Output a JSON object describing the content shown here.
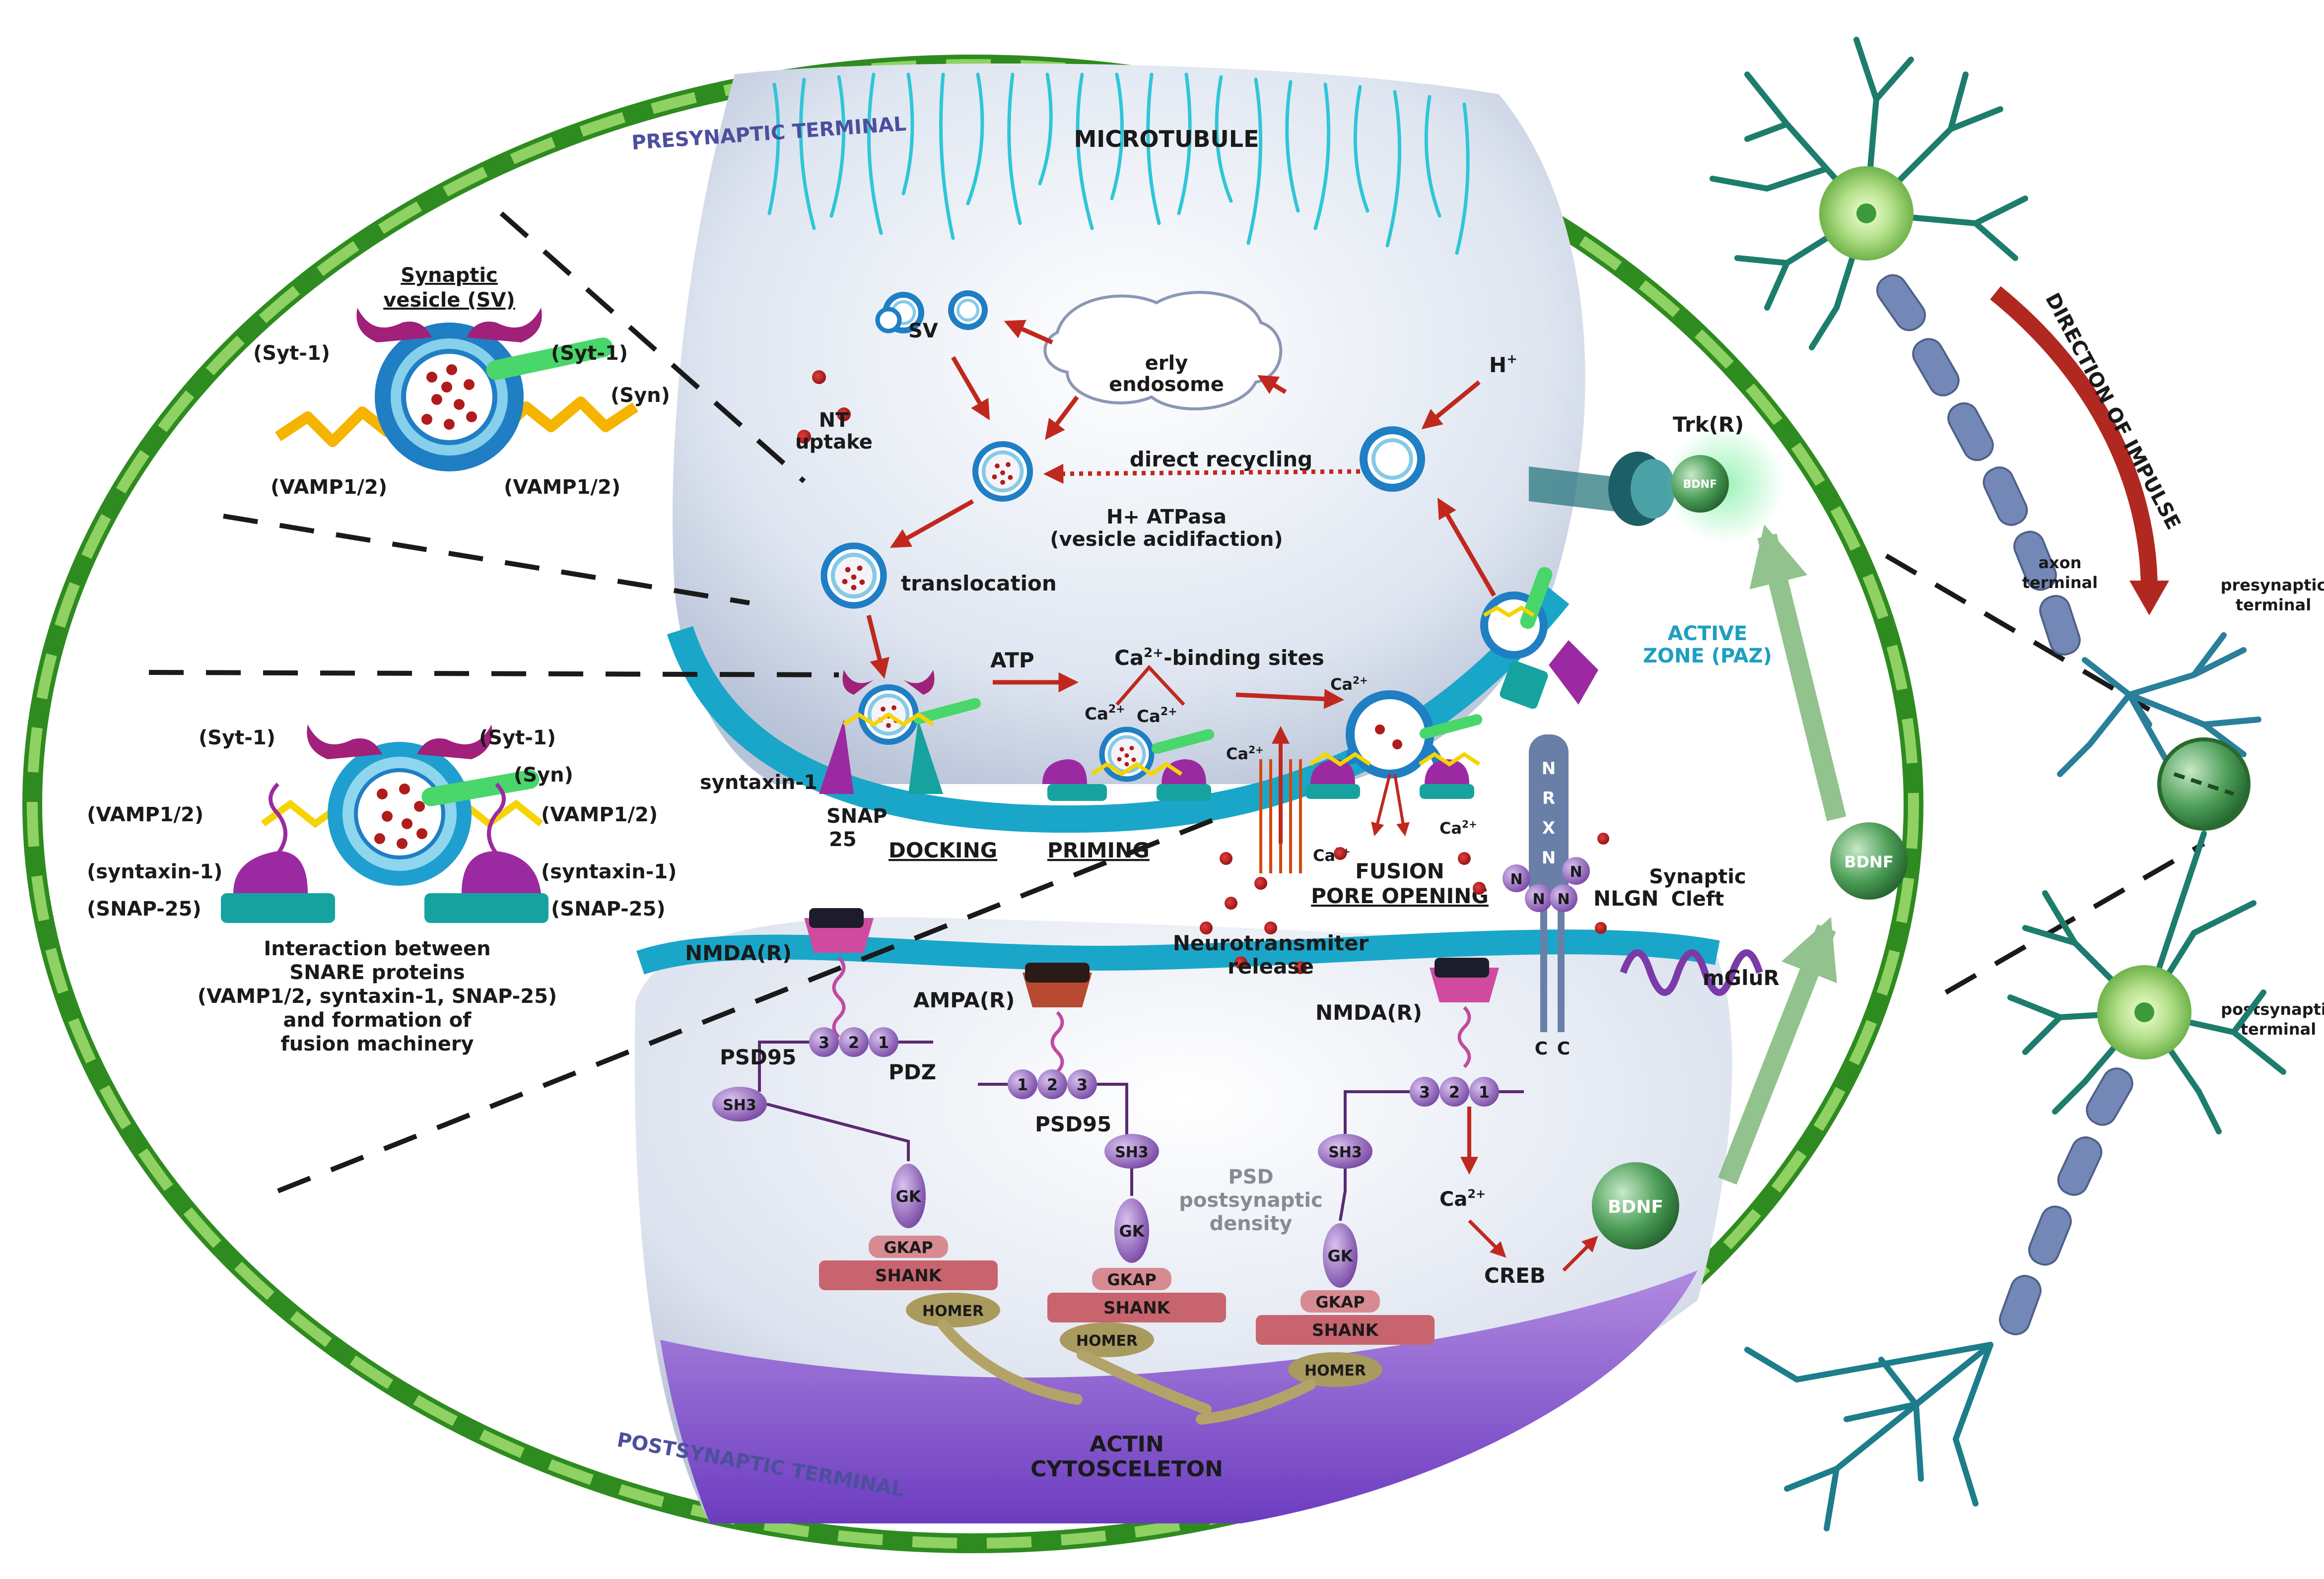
{
  "labels": {
    "presynaptic_terminal": "PRESYNAPTIC TERMINAL",
    "postsynaptic_terminal": "POSTSYNAPTIC TERMINAL",
    "microtubule": "MICROTUBULE",
    "synaptic_vesicle_l1": "Synaptic",
    "synaptic_vesicle_l2": "vesicle (SV)",
    "syt1": "(Syt-1)",
    "syn": "(Syn)",
    "vamp": "(VAMP1/2)",
    "syntaxin_p": "(syntaxin-1)",
    "snap25_p": "(SNAP-25)",
    "interaction_l1": "Interaction between",
    "interaction_l2": "SNARE proteins",
    "interaction_l3": "(VAMP1/2, syntaxin-1, SNAP-25)",
    "interaction_l4": "and formation of",
    "interaction_l5": "fusion machinery",
    "sv": "SV",
    "nt_uptake_l1": "NT",
    "nt_uptake_l2": "uptake",
    "early_endosome_l1": "erly",
    "early_endosome_l2": "endosome",
    "h_plus": "H",
    "plus": "+",
    "direct_recycling": "direct recycling",
    "atpasa_l1": "H+ ATPasa",
    "atpasa_l2": "(vesicle acidifaction)",
    "translocation": "translocation",
    "atp": "ATP",
    "ca_binding": "-binding sites",
    "ca": "Ca",
    "two_plus": "2+",
    "active_zone_l1": "ACTIVE",
    "active_zone_l2": "ZONE (PAZ)",
    "syntaxin1": "syntaxin-1",
    "snap_l1": "SNAP",
    "snap_l2": "25",
    "docking": "DOCKING",
    "priming": "PRIMING",
    "fusion_l1": "FUSION",
    "fusion_l2": "PORE OPENING",
    "nt_release_l1": "Neurotransmiter",
    "nt_release_l2": "release",
    "synaptic_cleft_l1": "Synaptic",
    "synaptic_cleft_l2": "Cleft",
    "nlgn": "NLGN",
    "n": "N",
    "c": "C",
    "nrxn": [
      "N",
      "R",
      "X",
      "N"
    ],
    "mglur": "mGluR",
    "trk": "Trk(R)",
    "bdnf": "BDNF",
    "nmda_left": "NMDA(R)",
    "nmda_right": "NMDA(R)",
    "ampa": "AMPA(R)",
    "pdz": "PDZ",
    "psd95": "PSD95",
    "sh3": "SH3",
    "gk": "GK",
    "gkap": "GKAP",
    "shank": "SHANK",
    "homer": "HOMER",
    "d1": "1",
    "d2": "2",
    "d3": "3",
    "psd_l1": "PSD",
    "psd_l2": "postsynaptic",
    "psd_l3": "density",
    "creb": "CREB",
    "actin_l1": "ACTIN",
    "actin_l2": "CYTOSCELETON",
    "direction_of_impulse": "DIRECTION OF IMPULSE",
    "axon_terminal_l1": "axon",
    "axon_terminal_l2": "terminal",
    "presyn_small_l1": "presynaptic",
    "presyn_small_l2": "terminal",
    "postsyn_small_l1": "postsynaptic",
    "postsyn_small_l2": "terminal"
  },
  "colors": {
    "membrane_green": "#2e8b1f",
    "vesicle_blue": "#1f7ec4",
    "cleft_cyan": "#1aa6c9",
    "arrow_red": "#c0281e",
    "purple": "#7a3aa8",
    "shank_pink": "#c8646e",
    "homer_tan": "#a99a5e",
    "bdnf_green": "#3f8f4c",
    "neuron_teal": "#1d6f76",
    "active_zone_text": "#1e9fc0"
  }
}
